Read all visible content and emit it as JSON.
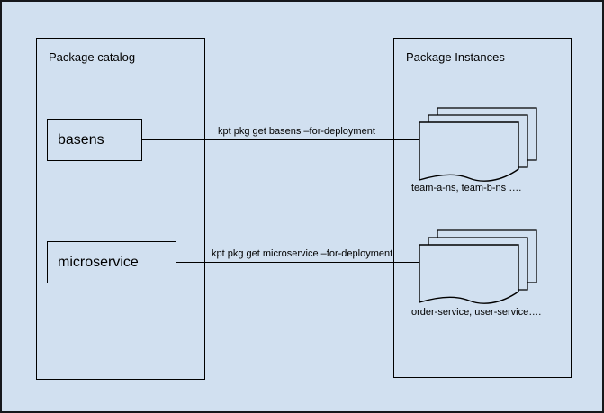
{
  "diagram": {
    "background_color": "#d1e0f0",
    "border_color": "#16181c",
    "line_color": "#000000",
    "groups": [
      {
        "title": "Package catalog"
      },
      {
        "title": "Package Instances"
      }
    ],
    "packages": [
      {
        "label": "basens"
      },
      {
        "label": "microservice"
      }
    ],
    "edges": [
      {
        "label": "kpt pkg get basens –for-deployment"
      },
      {
        "label": "kpt pkg get microservice –for-deployment"
      }
    ],
    "instances": [
      {
        "caption": "team-a-ns, team-b-ns …."
      },
      {
        "caption": "order-service, user-service…."
      }
    ],
    "icons": {
      "document_stack": "document-stack-icon",
      "arrow": "arrow-right-icon"
    }
  }
}
